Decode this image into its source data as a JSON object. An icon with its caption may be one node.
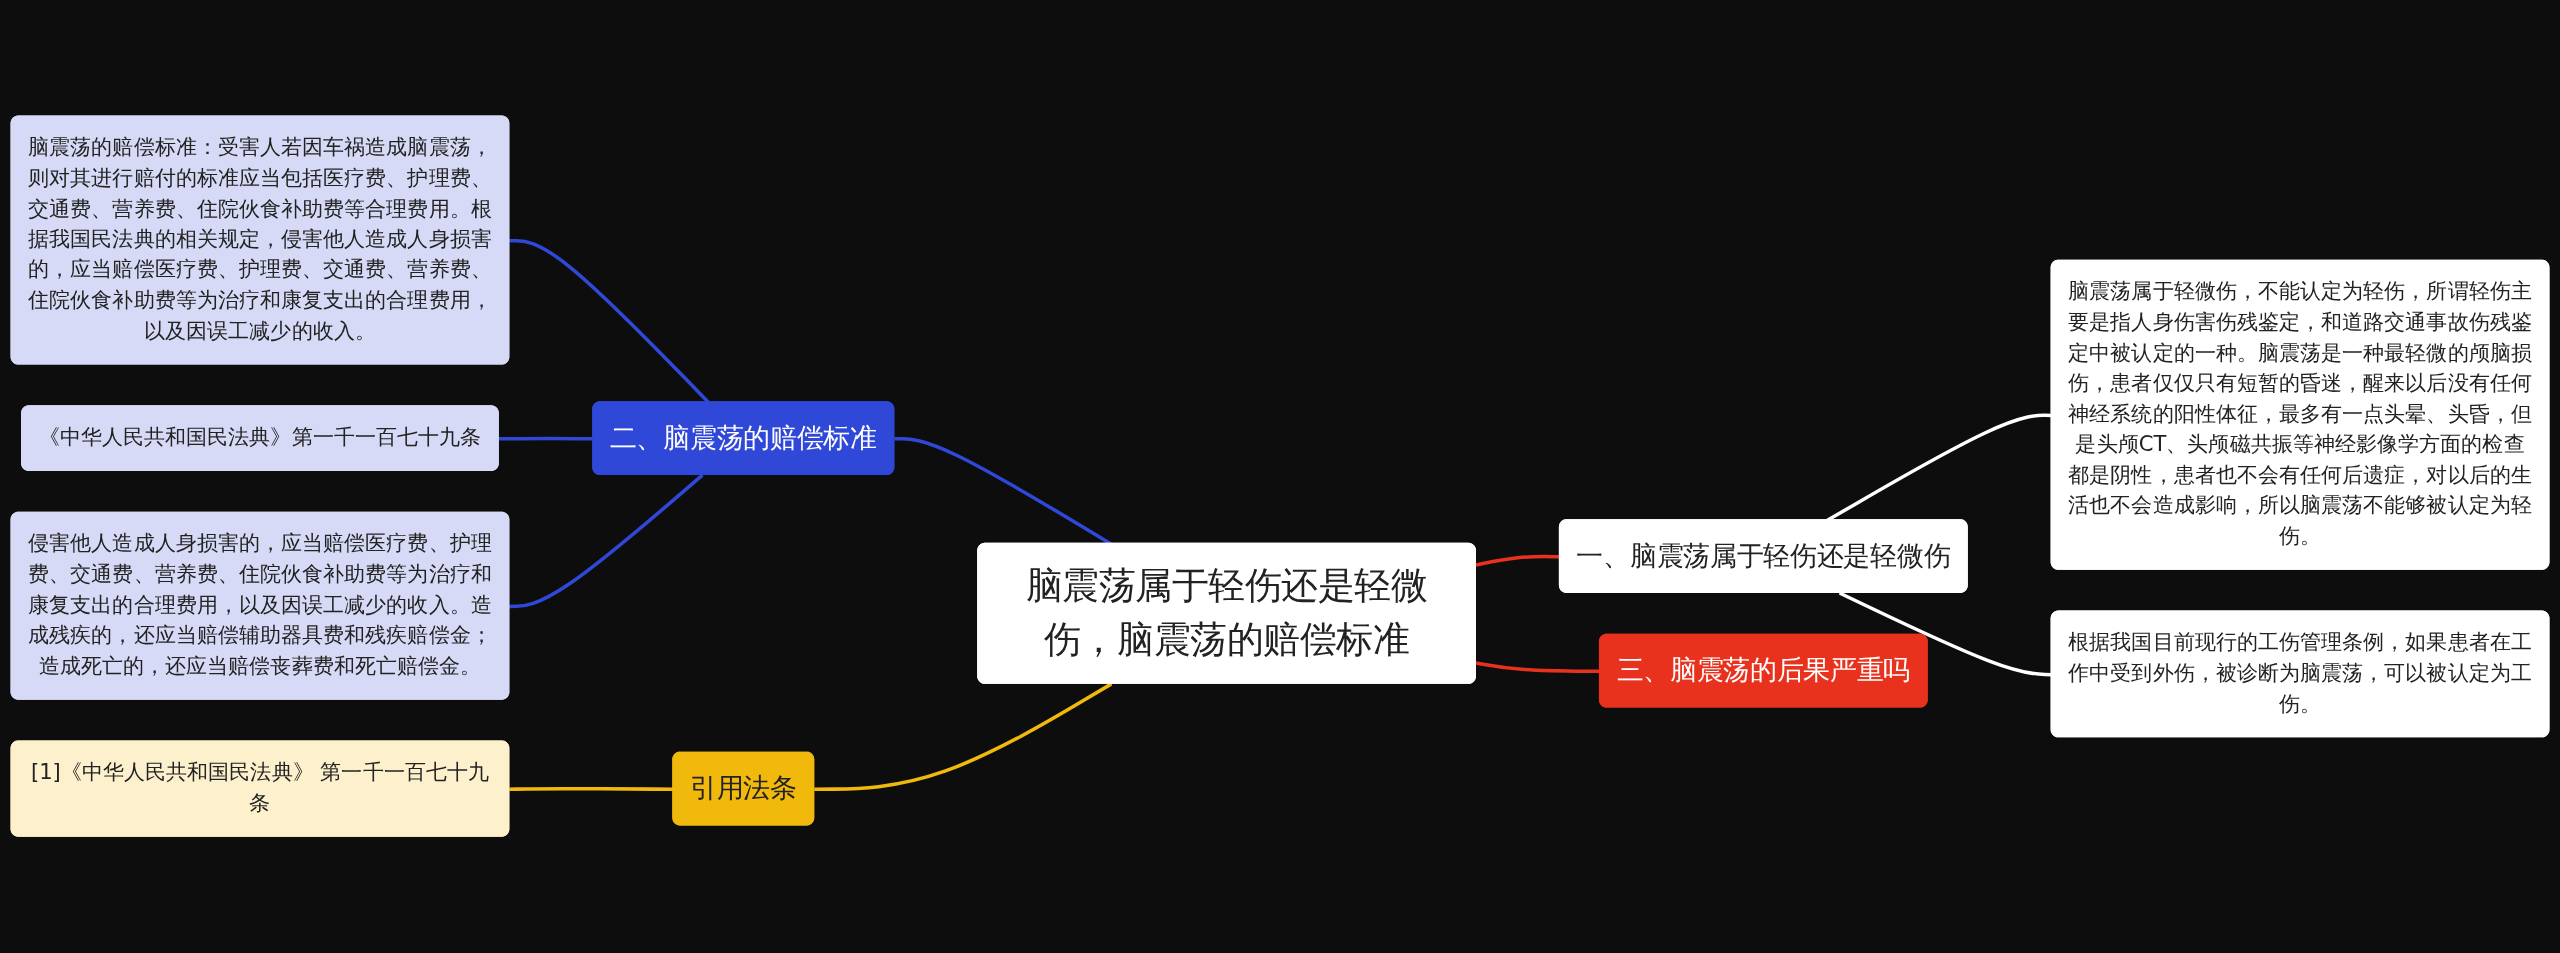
{
  "diagram": {
    "nodes": [
      {
        "text": [
          "脑震荡属于轻伤还是轻微伤，脑震荡的赔偿标准"
        ]
      },
      {
        "text": [
          "一、脑震荡属于轻伤还是轻微伤"
        ]
      },
      {
        "text": [
          "脑震荡属于轻微伤，不能认定为轻伤，所谓轻伤主要是指人身伤害伤残鉴定，和道路交通事故伤残鉴定中被认定的一种。脑震荡是一种最轻微的颅脑损伤，患者仅仅只有短暂的昏迷，醒来以后没有任何神经系统的阳性体征，最多有一点头晕、头昏，但是头颅CT、头颅磁共振等神经影像学方面的检查都是阴性，患者也不会有任何后遗症，对以后的生活也不会造成影响，所以脑震荡不能够被认定为轻伤。"
        ]
      },
      {
        "text": [
          "根据我国目前现行的工伤管理条例，如果患者在工作中受到外伤，被诊断为脑震荡，可以被认定为工伤。"
        ]
      },
      {
        "text": [
          "三、脑震荡的后果严重吗"
        ]
      },
      {
        "text": [
          "二、脑震荡的赔偿标准"
        ]
      },
      {
        "text": [
          "脑震荡的赔偿标准：受害人若因车祸造成脑震荡，则对其进行赔付的标准应当包括医疗费、护理费、交通费、营养费、住院伙食补助费等合理费用。根据我国民法典的相关规定，侵害他人造成人身损害的，应当赔偿医疗费、护理费、交通费、营养费、住院伙食补助费等为治疗和康复支出的合理费用，以及因误工减少的收入。"
        ]
      },
      {
        "text": [
          "《中华人民共和国民法典》第一千一百七十九条"
        ]
      },
      {
        "text": [
          "侵害他人造成人身损害的，应当赔偿医疗费、护理费、交通费、营养费、住院伙食补助费等为治疗和康复支出的合理费用，以及因误工减少的收入。造成残疾的，还应当赔偿辅助器具费和残疾赔偿金；造成死亡的，还应当赔偿丧葬费和死亡赔偿金。"
        ]
      },
      {
        "text": [
          "引用法条"
        ]
      },
      {
        "text": [
          "[1]《中华人民共和国民法典》 第一千一百七十九条"
        ]
      }
    ],
    "edges": [
      {
        "from": 0,
        "to": 1,
        "arrow": "none",
        "color": "#e8321e"
      },
      {
        "from": 1,
        "to": 2,
        "arrow": "none",
        "color": "#ffffff"
      },
      {
        "from": 1,
        "to": 3,
        "arrow": "none",
        "color": "#ffffff"
      },
      {
        "from": 0,
        "to": 4,
        "arrow": "none",
        "color": "#e8321e"
      },
      {
        "from": 0,
        "to": 5,
        "arrow": "none",
        "color": "#2f48d8"
      },
      {
        "from": 5,
        "to": 6,
        "arrow": "none",
        "color": "#2f48d8"
      },
      {
        "from": 5,
        "to": 7,
        "arrow": "none",
        "color": "#2f48d8"
      },
      {
        "from": 5,
        "to": 8,
        "arrow": "none",
        "color": "#2f48d8"
      },
      {
        "from": 0,
        "to": 9,
        "arrow": "none",
        "color": "#f0b90c"
      },
      {
        "from": 9,
        "to": 10,
        "arrow": "none",
        "color": "#f0b90c"
      }
    ]
  }
}
